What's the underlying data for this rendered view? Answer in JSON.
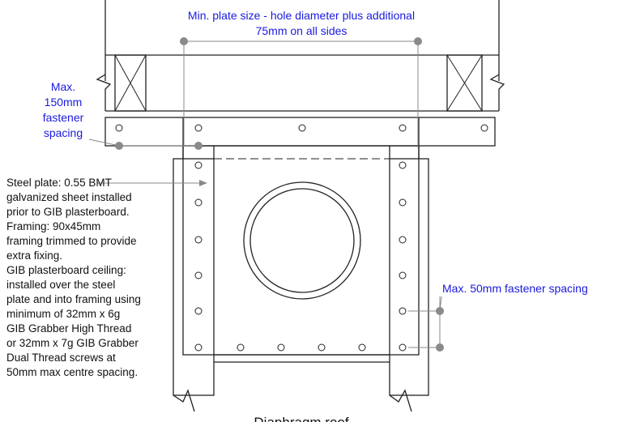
{
  "labels": {
    "min_plate_line1": "Min. plate size - hole diameter plus additional",
    "min_plate_line2": "75mm on all sides",
    "max150_line1": "Max.",
    "max150_line2": "150mm",
    "max150_line3": "fastener",
    "max150_line4": "spacing",
    "max50": "Max. 50mm fastener spacing",
    "notes": [
      "Steel plate:  0.55 BMT",
      "galvanized sheet installed",
      "prior to GIB plasterboard.",
      "Framing:  90x45mm",
      "framing trimmed to provide",
      "extra fixing.",
      "GIB plasterboard ceiling:",
      "installed over the steel",
      "plate and into framing using",
      "minimum of 32mm x 6g",
      "GIB Grabber High Thread",
      "or 32mm x 7g GIB Grabber",
      "Dual Thread screws at",
      "50mm max centre spacing."
    ],
    "bottom_title": "Diaphragm roof"
  },
  "colors": {
    "annotation_blue": "#1a1adf",
    "line": "#222222",
    "dimension_grey": "#888888"
  }
}
